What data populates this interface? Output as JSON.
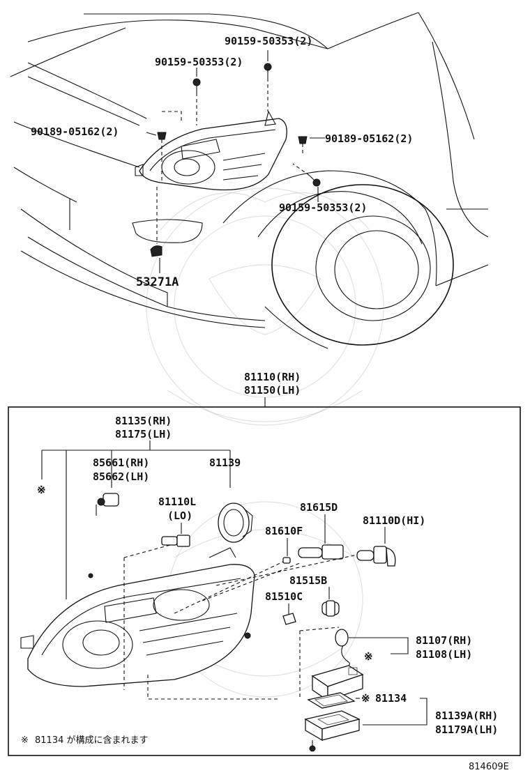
{
  "callouts": {
    "bolt_top_right": "90159-50353(2)",
    "bolt_top_left": "90159-50353(2)",
    "clip_left": "90189-05162(2)",
    "clip_right": "90189-05162(2)",
    "bolt_lower": "90159-50353(2)",
    "bracket": "53271A",
    "headlamp_rh": "81110(RH)",
    "headlamp_lh": "81150(LH)",
    "cover_rh": "81135(RH)",
    "cover_lh": "81175(LH)",
    "socket_rh": "85661(RH)",
    "socket_lh": "85662(LH)",
    "lens_cap": "81139",
    "bulb_lo_code": "81110L",
    "bulb_lo_tag": "(LO)",
    "bulb_815f": "81615D",
    "bulb_hi": "81110D(HI)",
    "bulb_81610f": "81610F",
    "bulb_81515b": "81515B",
    "bulb_81510c": "81510C",
    "ballast_rh": "81107(RH)",
    "ballast_lh": "81108(LH)",
    "gasket": "81134",
    "bracket_rh": "81139A(RH)",
    "bracket_lh": "81179A(LH)"
  },
  "marks": {
    "ref_mark": "※",
    "ballast_mark": "※",
    "gasket_mark": "※"
  },
  "footnote": {
    "mark": "※",
    "text": "81134 が構成に含まれます"
  },
  "diagram_id": "814609E"
}
